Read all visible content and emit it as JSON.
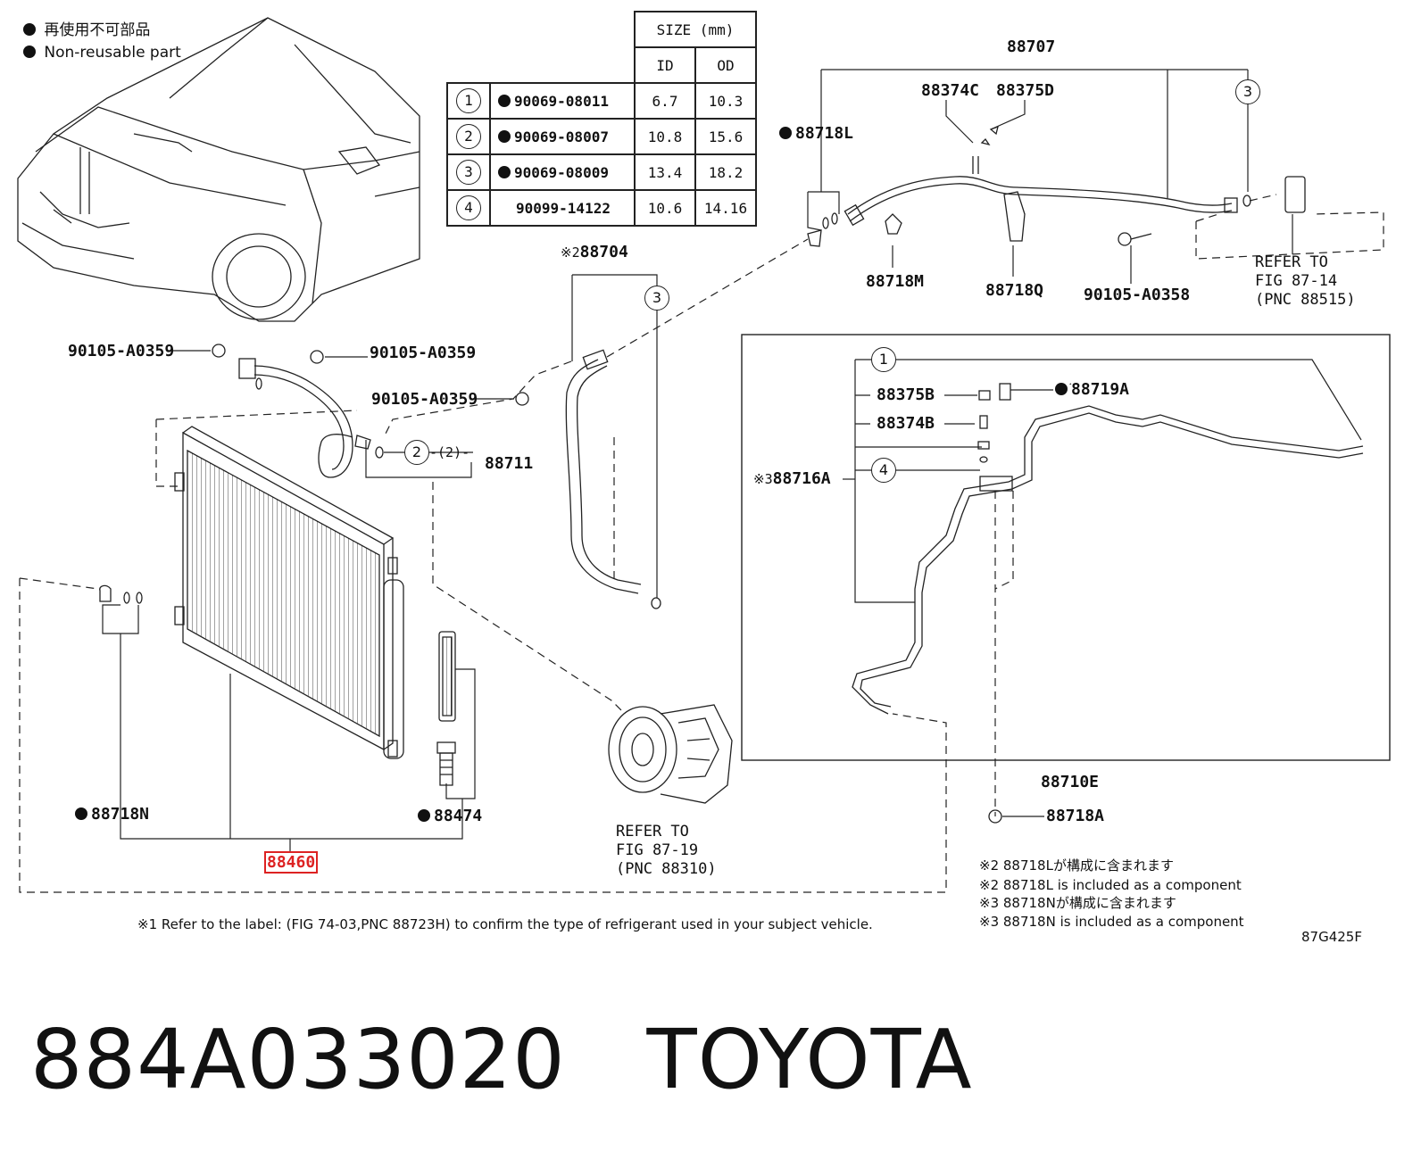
{
  "legend": {
    "line_jp": "再使用不可部品",
    "line_en": "Non-reusable part"
  },
  "size_table": {
    "header": "SIZE (mm)",
    "col_id": "ID",
    "col_od": "OD",
    "rows": [
      {
        "num": "1",
        "nonreusable": true,
        "part": "90069-08011",
        "id": "6.7",
        "od": "10.3"
      },
      {
        "num": "2",
        "nonreusable": true,
        "part": "90069-08007",
        "id": "10.8",
        "od": "15.6"
      },
      {
        "num": "3",
        "nonreusable": true,
        "part": "90069-08009",
        "id": "13.4",
        "od": "18.2"
      },
      {
        "num": "4",
        "nonreusable": false,
        "part": "90099-14122",
        "id": "10.6",
        "od": "14.16"
      }
    ]
  },
  "labels": {
    "p88707": "88707",
    "p88374C": "88374C",
    "p88375D": "88375D",
    "p88718L": "88718L",
    "p88718M": "88718M",
    "p88718Q": "88718Q",
    "p90105_A0358": "90105-A0358",
    "refer_14_l1": "REFER TO",
    "refer_14_l2": "FIG 87-14",
    "refer_14_l3": "(PNC 88515)",
    "p88704": "88704",
    "p88704_mark": "※2",
    "p90105_A0359_a": "90105-A0359",
    "p90105_A0359_b": "90105-A0359",
    "p90105_A0359_c": "90105-A0359",
    "p88711": "88711",
    "p88711_qty": "-(2)-",
    "p88375B": "88375B",
    "p88374B": "88374B",
    "p88719A": "88719A",
    "p88716A": "88716A",
    "p88716A_mark": "※3",
    "p88710E": "88710E",
    "p88718A": "88718A",
    "p88718N": "88718N",
    "p88474": "88474",
    "p88460": "88460",
    "refer_19_l1": "REFER TO",
    "refer_19_l2": "FIG 87-19",
    "refer_19_l3": "(PNC 88310)",
    "circle_1": "1",
    "circle_2": "2",
    "circle_3": "3",
    "circle_4": "4"
  },
  "notes": {
    "n1": "※2 88718Lが構成に含まれます",
    "n2": "※2 88718L is included as a component",
    "n3": "※3 88718Nが構成に含まれます",
    "n4": "※3 88718N is included as a component",
    "footnote": "※1 Refer to the label: (FIG 74-03,PNC 88723H) to confirm the type of refrigerant used in your subject vehicle.",
    "fig_code": "87G425F"
  },
  "footer": {
    "part_number": "884A033020",
    "brand": "TOYOTA"
  },
  "colors": {
    "highlight": "#d22222",
    "ink": "#111111"
  }
}
